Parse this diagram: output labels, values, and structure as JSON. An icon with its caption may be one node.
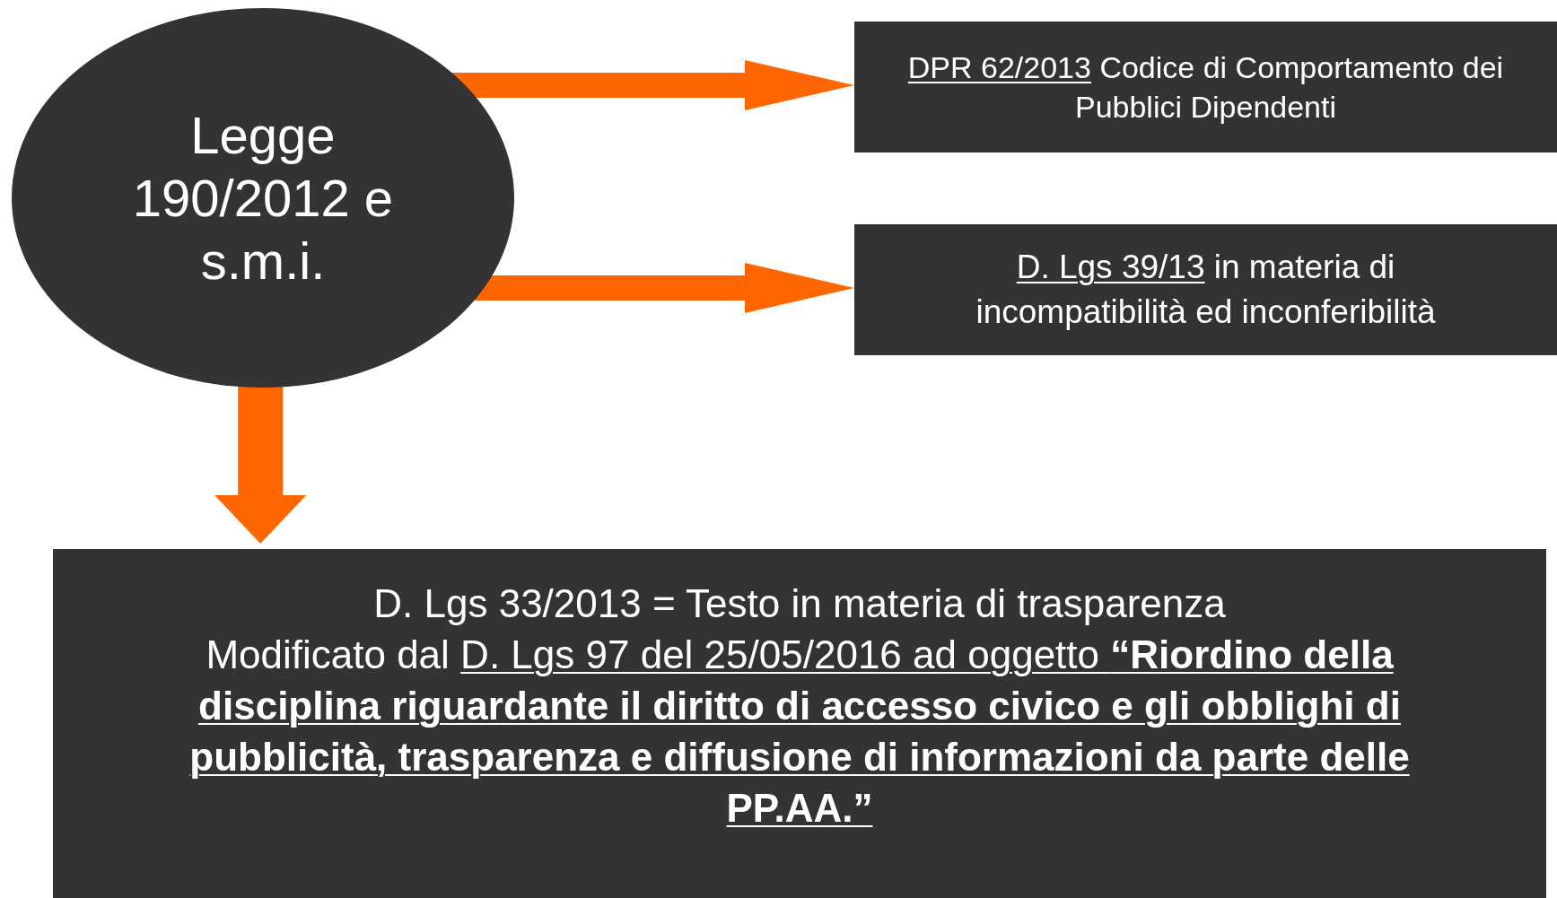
{
  "diagram": {
    "nodes": [
      {
        "text": [
          "Legge 190/2012 e s.m.i."
        ]
      },
      {
        "text": [
          "DPR 62/2013",
          "Codice di Comportamento dei Pubblici Dipendenti"
        ]
      },
      {
        "text": [
          "D. Lgs 39/13",
          "in materia di incompatibilità ed inconferibilità"
        ]
      },
      {
        "text": [
          "D. Lgs 33/2013 = Testo in materia di trasparenza",
          "Modificato dal",
          "D. Lgs 97 del 25/05/2016 ad oggetto **“Riordino della disciplina riguardante il diritto di accesso civico e gli obblighi di pubblicità, trasparenza e diffusione di informazioni da parte delle PP.AA.”**"
        ]
      }
    ],
    "edges": [
      {
        "from": 0,
        "to": 1,
        "arrow": "to"
      },
      {
        "from": 0,
        "to": 2,
        "arrow": "to"
      },
      {
        "from": 0,
        "to": 3,
        "arrow": "to"
      }
    ]
  }
}
